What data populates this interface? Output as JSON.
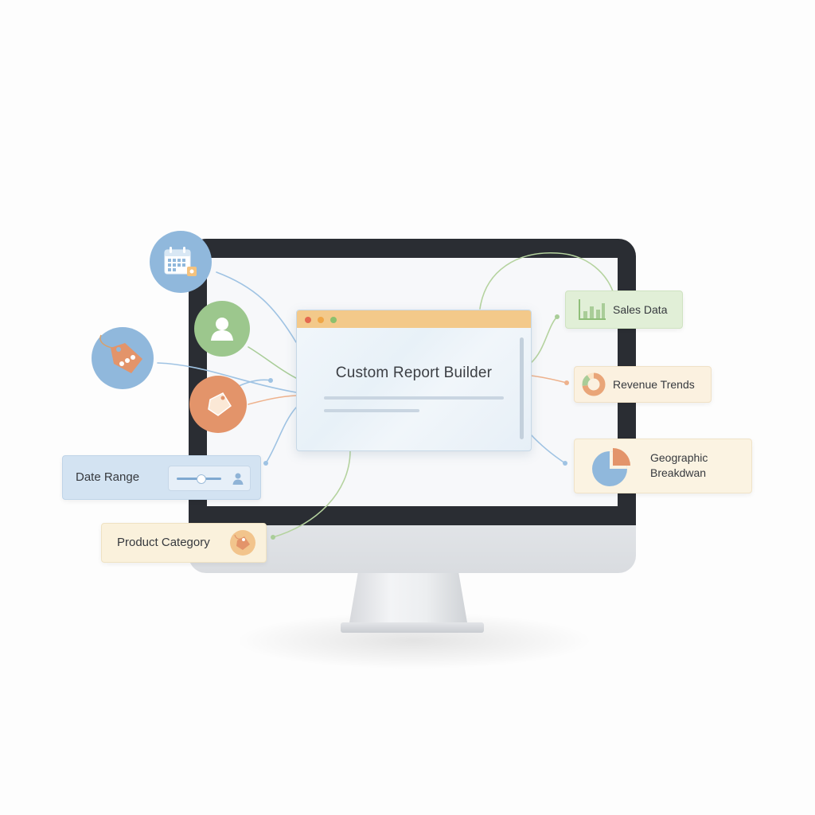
{
  "window": {
    "title": "Custom Report Builder"
  },
  "inputs": {
    "date_range": {
      "label": "Date Range",
      "slider_fraction": 0.55
    },
    "product_category": {
      "label": "Product Category"
    }
  },
  "outputs": {
    "sales_data": {
      "label": "Sales Data"
    },
    "revenue_trends": {
      "label": "Revenue Trends"
    },
    "geographic_breakdown": {
      "label_line1": "Geographic",
      "label_line2": "Breakdwan"
    }
  },
  "icons": {
    "calendar": "calendar-icon",
    "user": "user-icon",
    "tag": "price-tag-icon",
    "bar_chart": "bar-chart-icon",
    "donut_chart": "donut-chart-icon",
    "pie_chart": "pie-chart-icon"
  },
  "colors": {
    "blue": "#90b8dc",
    "green": "#9cc78d",
    "orange": "#e3946a",
    "title_bar": "#f3c98a",
    "bezel": "#2a2d33"
  }
}
